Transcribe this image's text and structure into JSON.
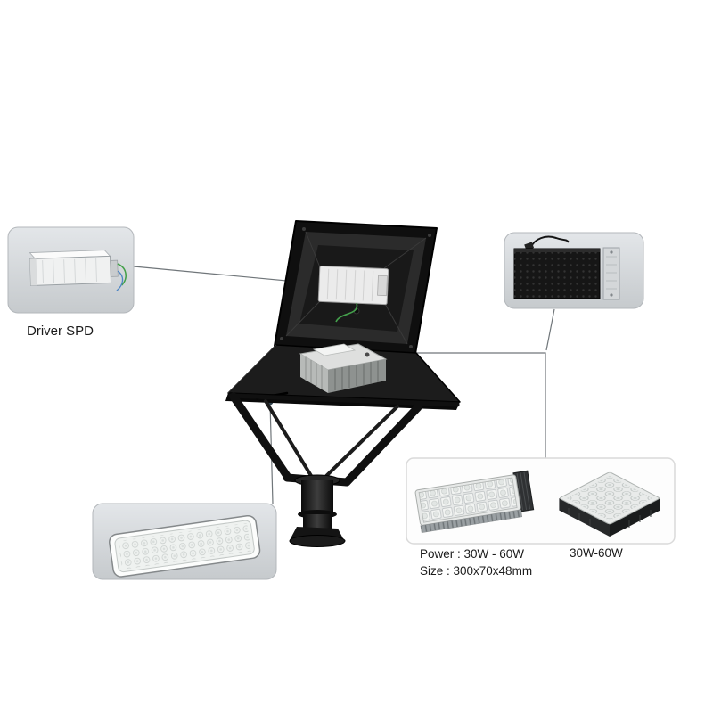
{
  "labels": {
    "driver_spd": "Driver SPD",
    "power": "Power : 30W - 60W",
    "size": "Size : 300x70x48mm",
    "watt_range": "30W-60W"
  },
  "callouts": [
    {
      "name": "driver-spd-detail"
    },
    {
      "name": "led-heatsink-detail"
    },
    {
      "name": "lens-panel-detail"
    },
    {
      "name": "led-modules-detail"
    }
  ],
  "colors": {
    "background": "#ffffff",
    "callout_fill_top": "#e3e6e9",
    "callout_fill_bottom": "#c6cacd",
    "callout_border": "#b3b7bb",
    "fixture_black": "#101010",
    "connector_line": "#70767a",
    "connector_dot": "#31424c",
    "wire_green": "#43a049",
    "wire_blue": "#4e86c4",
    "text": "#1b1b1b"
  }
}
